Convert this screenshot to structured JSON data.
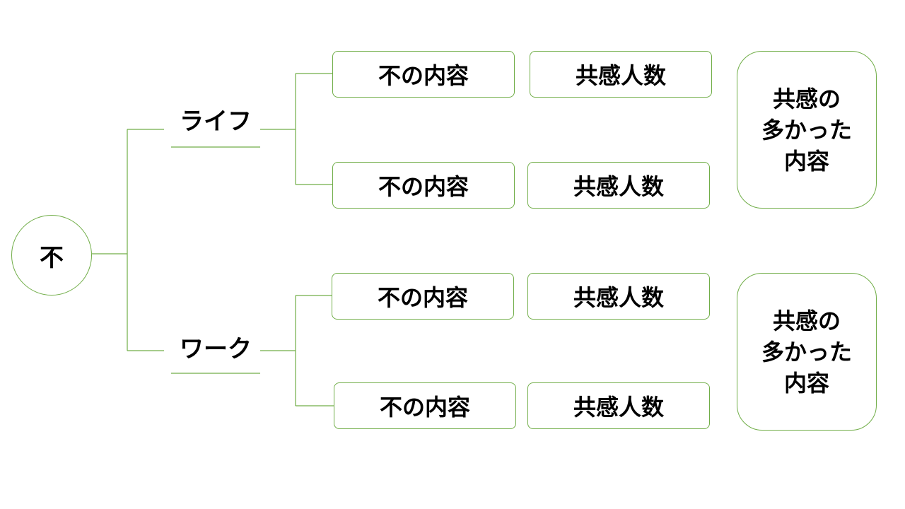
{
  "root": {
    "label": "不"
  },
  "accent_color": "#70AD47",
  "branches": [
    {
      "category": "ライフ",
      "rows": [
        {
          "content": "不の内容",
          "count": "共感人数"
        },
        {
          "content": "不の内容",
          "count": "共感人数"
        }
      ],
      "summary": "共感の\n多かった\n内容"
    },
    {
      "category": "ワーク",
      "rows": [
        {
          "content": "不の内容",
          "count": "共感人数"
        },
        {
          "content": "不の内容",
          "count": "共感人数"
        }
      ],
      "summary": "共感の\n多かった\n内容"
    }
  ]
}
